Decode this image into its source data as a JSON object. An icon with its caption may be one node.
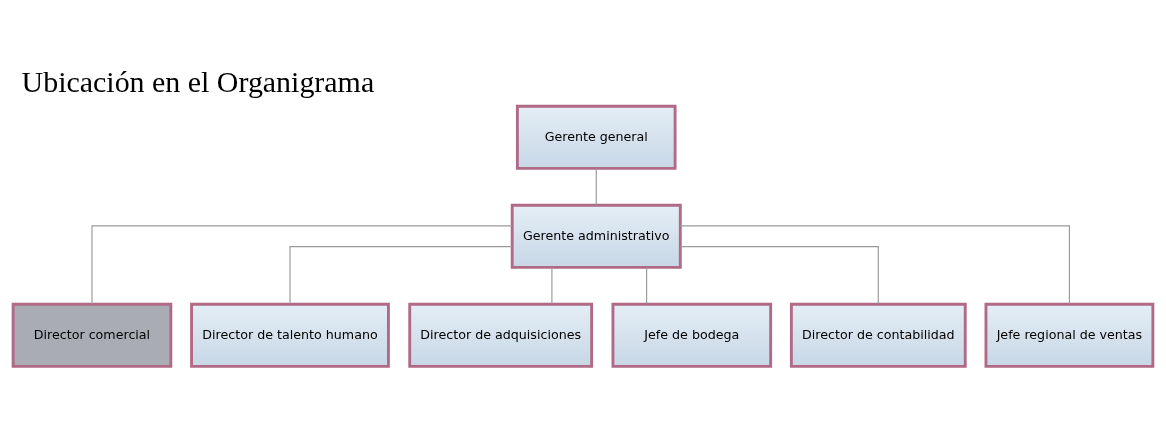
{
  "diagram": {
    "title": "Ubicación en el Organigrama",
    "nodes": [
      {
        "text": [
          "Gerente general"
        ]
      },
      {
        "text": [
          "Gerente administrativo"
        ]
      },
      {
        "text": [
          "Director comercial"
        ]
      },
      {
        "text": [
          "Director de talento humano"
        ]
      },
      {
        "text": [
          "Director de adquisiciones"
        ]
      },
      {
        "text": [
          "Jefe de bodega"
        ]
      },
      {
        "text": [
          "Director de contabilidad"
        ]
      },
      {
        "text": [
          "Jefe regional de ventas"
        ]
      }
    ],
    "edges": [
      {
        "from": 0,
        "to": 1,
        "arrow": "none"
      },
      {
        "from": 1,
        "to": 2,
        "arrow": "none"
      },
      {
        "from": 1,
        "to": 3,
        "arrow": "none"
      },
      {
        "from": 1,
        "to": 4,
        "arrow": "none"
      },
      {
        "from": 1,
        "to": 5,
        "arrow": "none"
      },
      {
        "from": 1,
        "to": 6,
        "arrow": "none"
      },
      {
        "from": 1,
        "to": 7,
        "arrow": "none"
      }
    ]
  }
}
